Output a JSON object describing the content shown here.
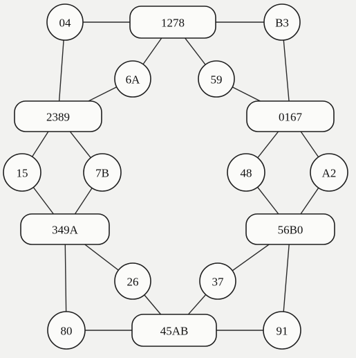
{
  "diagram": {
    "colors": {
      "background": "#f2f2f0",
      "stroke": "#1e1e1e",
      "fill": "#fbfbf9",
      "text": "#111111"
    },
    "nodes": [
      {
        "id": "n04",
        "label": "04",
        "shape": "circle"
      },
      {
        "id": "n1278",
        "label": "1278",
        "shape": "rounded-rect"
      },
      {
        "id": "nB3",
        "label": "B3",
        "shape": "circle"
      },
      {
        "id": "n6A",
        "label": "6A",
        "shape": "circle"
      },
      {
        "id": "n59",
        "label": "59",
        "shape": "circle"
      },
      {
        "id": "n2389",
        "label": "2389",
        "shape": "rounded-rect"
      },
      {
        "id": "n0167",
        "label": "0167",
        "shape": "rounded-rect"
      },
      {
        "id": "n15",
        "label": "15",
        "shape": "circle"
      },
      {
        "id": "n7B",
        "label": "7B",
        "shape": "circle"
      },
      {
        "id": "n48",
        "label": "48",
        "shape": "circle"
      },
      {
        "id": "nA2",
        "label": "A2",
        "shape": "circle"
      },
      {
        "id": "n349A",
        "label": "349A",
        "shape": "rounded-rect"
      },
      {
        "id": "n56B0",
        "label": "56B0",
        "shape": "rounded-rect"
      },
      {
        "id": "n26",
        "label": "26",
        "shape": "circle"
      },
      {
        "id": "n37",
        "label": "37",
        "shape": "circle"
      },
      {
        "id": "n80",
        "label": "80",
        "shape": "circle"
      },
      {
        "id": "n45AB",
        "label": "45AB",
        "shape": "rounded-rect"
      },
      {
        "id": "n91",
        "label": "91",
        "shape": "circle"
      }
    ],
    "edges": [
      [
        "n04",
        "n1278"
      ],
      [
        "n1278",
        "nB3"
      ],
      [
        "n1278",
        "n6A"
      ],
      [
        "n1278",
        "n59"
      ],
      [
        "n04",
        "n2389"
      ],
      [
        "nB3",
        "n0167"
      ],
      [
        "n6A",
        "n2389"
      ],
      [
        "n59",
        "n0167"
      ],
      [
        "n2389",
        "n15"
      ],
      [
        "n2389",
        "n7B"
      ],
      [
        "n0167",
        "n48"
      ],
      [
        "n0167",
        "nA2"
      ],
      [
        "n15",
        "n349A"
      ],
      [
        "n7B",
        "n349A"
      ],
      [
        "n48",
        "n56B0"
      ],
      [
        "nA2",
        "n56B0"
      ],
      [
        "n349A",
        "n26"
      ],
      [
        "n56B0",
        "n37"
      ],
      [
        "n26",
        "n45AB"
      ],
      [
        "n37",
        "n45AB"
      ],
      [
        "n349A",
        "n80"
      ],
      [
        "n56B0",
        "n91"
      ],
      [
        "n80",
        "n45AB"
      ],
      [
        "n45AB",
        "n91"
      ]
    ]
  }
}
